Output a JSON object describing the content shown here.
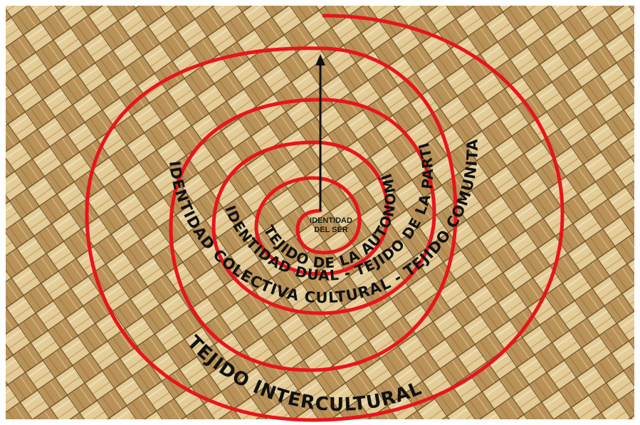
{
  "background": {
    "description_color_light": "#d9c08a",
    "description_color_dark": "#8a6a3a"
  },
  "spiral": {
    "color": "#e8141c"
  },
  "center": {
    "line1": "IDENTIDAD",
    "line2": "DEL SER"
  },
  "labels": {
    "autonomia": "TEJIDO DE LA AUTONOMÍA",
    "dual": "IDENTIDAD DUAL - TEJIDO DE LA PARTICIPACIÓN",
    "colectiva": "IDENTIDAD COLECTIVA  CULTURAL  -  TEJIDO COMUNITARIO",
    "intercultural": "TEJIDO INTERCULTURAL"
  }
}
